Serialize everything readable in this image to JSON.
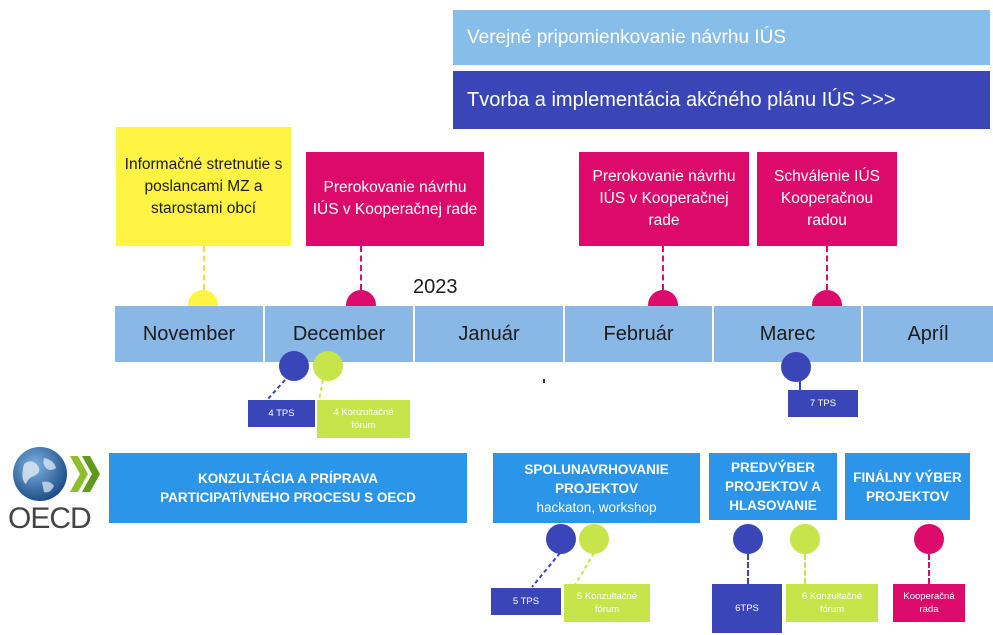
{
  "banners": {
    "public_comment": "Verejné pripomienkovanie návrhu IÚS",
    "action_plan": "Tvorba a implementácia akčného plánu IÚS >>>"
  },
  "year": "2023",
  "events": {
    "info_meeting": "Informačné stretnutie s poslancami MZ a starostami obcí",
    "discussion_dec": "Prerokovanie návrhu IÚS v Kooperačnej rade",
    "discussion_feb": "Prerokovanie návrhu IÚS v Kooperačnej rade",
    "approval_mar": "Schválenie IÚS Kooperačnou radou"
  },
  "months": [
    "November",
    "December",
    "Január",
    "Február",
    "Marec",
    "Apríl"
  ],
  "tags": {
    "tps_4": "4 TPS",
    "forum_4": "4 Konzultačné fórum",
    "tps_7": "7 TPS",
    "tps_5": "5 TPS",
    "forum_5": "5 Konzultačné fórum",
    "tps_6": "6TPS",
    "forum_6": "6 Konzultačné fórum",
    "coop_board": "Kooperačná rada"
  },
  "logo": {
    "text": "OECD"
  },
  "phases": {
    "consultation": "KONZULTÁCIA A PRÍPRAVA PARTICIPATÍVNEHO PROCESU S OECD",
    "codesign_title": "SPOLUNAVRHOVANIE PROJEKTOV",
    "codesign_sub": "hackaton, workshop",
    "preselection": "PREDVÝBER PROJEKTOV A HLASOVANIE",
    "final": "FINÁLNY VÝBER PROJEKTOV"
  },
  "colors": {
    "light_blue": "#86bde9",
    "navy": "#3a46b8",
    "yellow": "#fff343",
    "magenta": "#dc0a6b",
    "lime": "#c7e44b",
    "month_blue": "#8ab8e6",
    "phase_blue": "#2b95e9"
  }
}
